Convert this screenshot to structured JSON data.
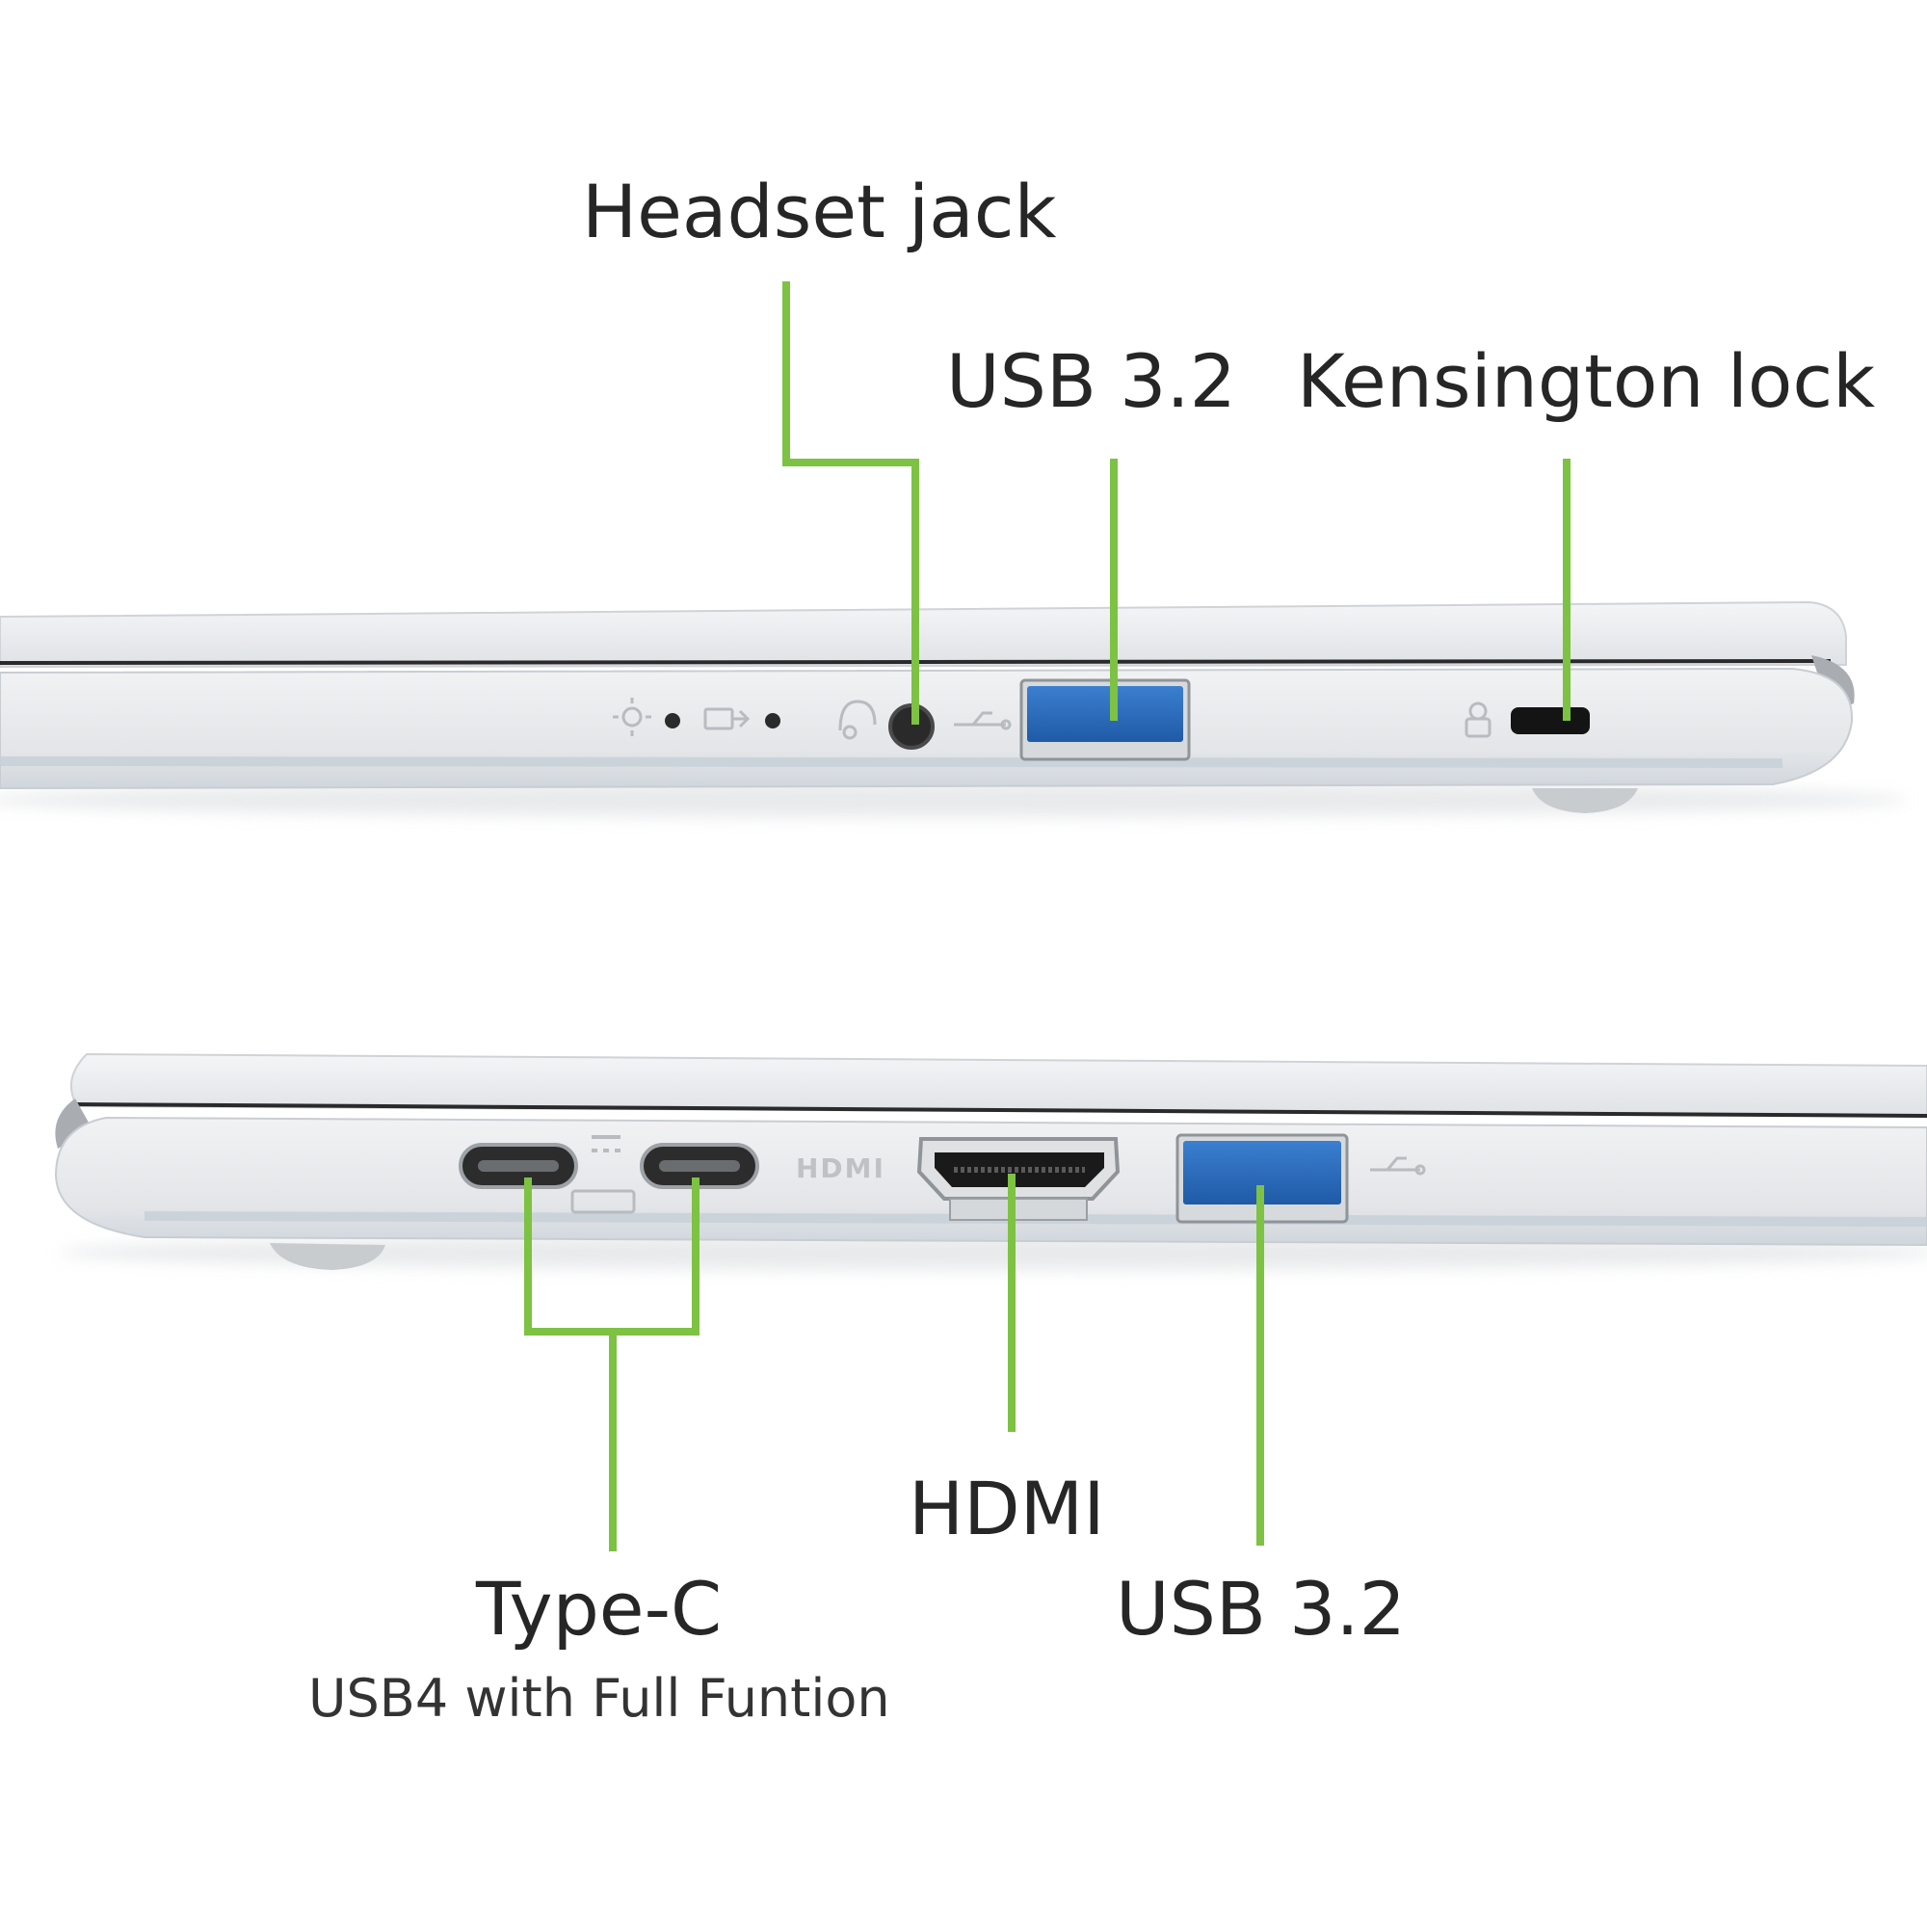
{
  "callouts": {
    "headset_jack": "Headset jack",
    "usb_top": "USB 3.2",
    "kensington_lock": "Kensington lock",
    "type_c": "Type-C",
    "type_c_subtitle": "USB4 with Full Funtion",
    "hdmi": "HDMI",
    "usb_bottom": "USB 3.2"
  },
  "port_markings": {
    "hdmi_logo": "HDMI"
  },
  "colors": {
    "callout_line": "#7dc242",
    "usb_port_blue": "#2f6fc0",
    "chassis_silver": "#e6e8eb",
    "text": "#262626"
  }
}
